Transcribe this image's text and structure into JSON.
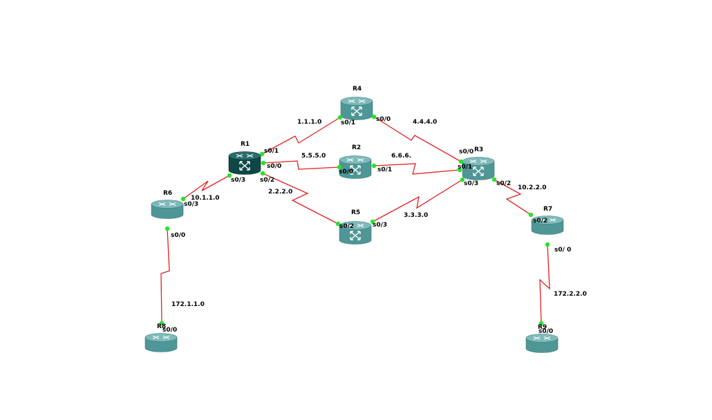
{
  "colors": {
    "link": "#e31d1d",
    "port": "#22e622",
    "router_teal": "#4f9696",
    "router_teal_top": "#7fbaba",
    "router_dark": "#0f4747",
    "router_dark_top": "#2a6d6d",
    "label": "#000000"
  },
  "routers": [
    {
      "id": "R1",
      "label": "R1",
      "style": "dark",
      "switch_icon": true
    },
    {
      "id": "R2",
      "label": "R2",
      "style": "teal",
      "switch_icon": true
    },
    {
      "id": "R3",
      "label": "R3",
      "style": "teal",
      "switch_icon": true
    },
    {
      "id": "R4",
      "label": "R4",
      "style": "teal",
      "switch_icon": true
    },
    {
      "id": "R5",
      "label": "R5",
      "style": "teal",
      "switch_icon": true
    },
    {
      "id": "R6",
      "label": "R6",
      "style": "teal",
      "switch_icon": false
    },
    {
      "id": "R7",
      "label": "R7",
      "style": "teal",
      "switch_icon": false
    },
    {
      "id": "R8",
      "label": "R8",
      "style": "teal",
      "switch_icon": false
    },
    {
      "id": "R9",
      "label": "R9",
      "style": "teal",
      "switch_icon": false
    }
  ],
  "links": [
    {
      "id": "r1-r4",
      "from": "R1",
      "to": "R4",
      "network": "1.1.1.0",
      "from_port": "s0/1",
      "to_port": "s0/1"
    },
    {
      "id": "r1-r2",
      "from": "R1",
      "to": "R2",
      "network": "5.5.5.0",
      "from_port": "s0/0",
      "to_port": "s0/0"
    },
    {
      "id": "r1-r5",
      "from": "R1",
      "to": "R5",
      "network": "2.2.2.0",
      "from_port": "s0/2",
      "to_port": "s0/2"
    },
    {
      "id": "r1-r6",
      "from": "R1",
      "to": "R6",
      "network": "10.1.1.0",
      "from_port": "s0/3",
      "to_port": "s0/3"
    },
    {
      "id": "r4-r3",
      "from": "R4",
      "to": "R3",
      "network": "4.4.4.0",
      "from_port": "s0/0",
      "to_port": "s0/0"
    },
    {
      "id": "r2-r3",
      "from": "R2",
      "to": "R3",
      "network": "6.6.6.",
      "from_port": "s0/1",
      "to_port": "s0/1"
    },
    {
      "id": "r5-r3",
      "from": "R5",
      "to": "R3",
      "network": "3.3.3.0",
      "from_port": "s0/3",
      "to_port": "s0/3"
    },
    {
      "id": "r3-r7",
      "from": "R3",
      "to": "R7",
      "network": "10.2.2.0",
      "from_port": "s0/2",
      "to_port": "s0/2"
    },
    {
      "id": "r6-r8",
      "from": "R6",
      "to": "R8",
      "network": "172.1.1.0",
      "from_port": "s0/0",
      "to_port": "s0/0"
    },
    {
      "id": "r7-r9",
      "from": "R7",
      "to": "R9",
      "network": "172.2.2.0",
      "from_port": "s0/ 0",
      "to_port": "s0/0"
    }
  ]
}
